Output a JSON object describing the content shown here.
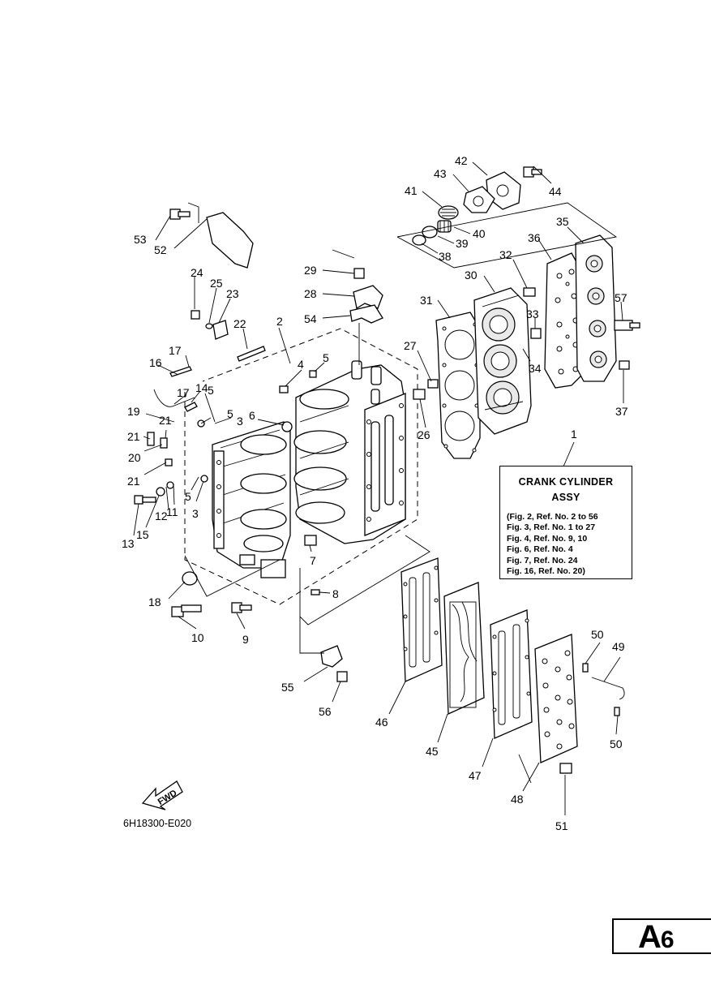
{
  "callouts": [
    {
      "id": "c1",
      "text": "1"
    },
    {
      "id": "c2",
      "text": "2"
    },
    {
      "id": "c3a",
      "text": "3"
    },
    {
      "id": "c3b",
      "text": "3"
    },
    {
      "id": "c4",
      "text": "4"
    },
    {
      "id": "c5a",
      "text": "5"
    },
    {
      "id": "c5b",
      "text": "5"
    },
    {
      "id": "c5c",
      "text": "5"
    },
    {
      "id": "c5d",
      "text": "5"
    },
    {
      "id": "c6",
      "text": "6"
    },
    {
      "id": "c7",
      "text": "7"
    },
    {
      "id": "c8",
      "text": "8"
    },
    {
      "id": "c9",
      "text": "9"
    },
    {
      "id": "c10",
      "text": "10"
    },
    {
      "id": "c11",
      "text": "11"
    },
    {
      "id": "c12",
      "text": "12"
    },
    {
      "id": "c13",
      "text": "13"
    },
    {
      "id": "c14",
      "text": "14"
    },
    {
      "id": "c15",
      "text": "15"
    },
    {
      "id": "c16",
      "text": "16"
    },
    {
      "id": "c17a",
      "text": "17"
    },
    {
      "id": "c17b",
      "text": "17"
    },
    {
      "id": "c18",
      "text": "18"
    },
    {
      "id": "c19",
      "text": "19"
    },
    {
      "id": "c20",
      "text": "20"
    },
    {
      "id": "c21a",
      "text": "21"
    },
    {
      "id": "c21b",
      "text": "21"
    },
    {
      "id": "c21c",
      "text": "21"
    },
    {
      "id": "c22",
      "text": "22"
    },
    {
      "id": "c23",
      "text": "23"
    },
    {
      "id": "c24",
      "text": "24"
    },
    {
      "id": "c25",
      "text": "25"
    },
    {
      "id": "c26",
      "text": "26"
    },
    {
      "id": "c27",
      "text": "27"
    },
    {
      "id": "c28",
      "text": "28"
    },
    {
      "id": "c29",
      "text": "29"
    },
    {
      "id": "c30",
      "text": "30"
    },
    {
      "id": "c31",
      "text": "31"
    },
    {
      "id": "c32",
      "text": "32"
    },
    {
      "id": "c33",
      "text": "33"
    },
    {
      "id": "c34",
      "text": "34"
    },
    {
      "id": "c35",
      "text": "35"
    },
    {
      "id": "c36",
      "text": "36"
    },
    {
      "id": "c37",
      "text": "37"
    },
    {
      "id": "c38",
      "text": "38"
    },
    {
      "id": "c39",
      "text": "39"
    },
    {
      "id": "c40",
      "text": "40"
    },
    {
      "id": "c41",
      "text": "41"
    },
    {
      "id": "c42",
      "text": "42"
    },
    {
      "id": "c43",
      "text": "43"
    },
    {
      "id": "c44",
      "text": "44"
    },
    {
      "id": "c45",
      "text": "45"
    },
    {
      "id": "c46",
      "text": "46"
    },
    {
      "id": "c47",
      "text": "47"
    },
    {
      "id": "c48",
      "text": "48"
    },
    {
      "id": "c49",
      "text": "49"
    },
    {
      "id": "c50a",
      "text": "50"
    },
    {
      "id": "c50b",
      "text": "50"
    },
    {
      "id": "c51",
      "text": "51"
    },
    {
      "id": "c52",
      "text": "52"
    },
    {
      "id": "c53",
      "text": "53"
    },
    {
      "id": "c54",
      "text": "54"
    },
    {
      "id": "c55",
      "text": "55"
    },
    {
      "id": "c56",
      "text": "56"
    },
    {
      "id": "c57",
      "text": "57"
    }
  ],
  "legend": {
    "title_line1": "CRANK CYLINDER",
    "title_line2": "ASSY",
    "refs": [
      "(Fig. 2, Ref. No. 2 to 56",
      " Fig. 3, Ref. No. 1 to 27",
      " Fig. 4, Ref. No. 9, 10",
      " Fig. 6, Ref. No. 4",
      " Fig. 7, Ref. No. 24",
      " Fig. 16, Ref. No. 20)"
    ]
  },
  "fwd_label": "FWD",
  "drawing_code": "6H18300-E020",
  "page_badge": {
    "letter": "A",
    "number": "6"
  }
}
